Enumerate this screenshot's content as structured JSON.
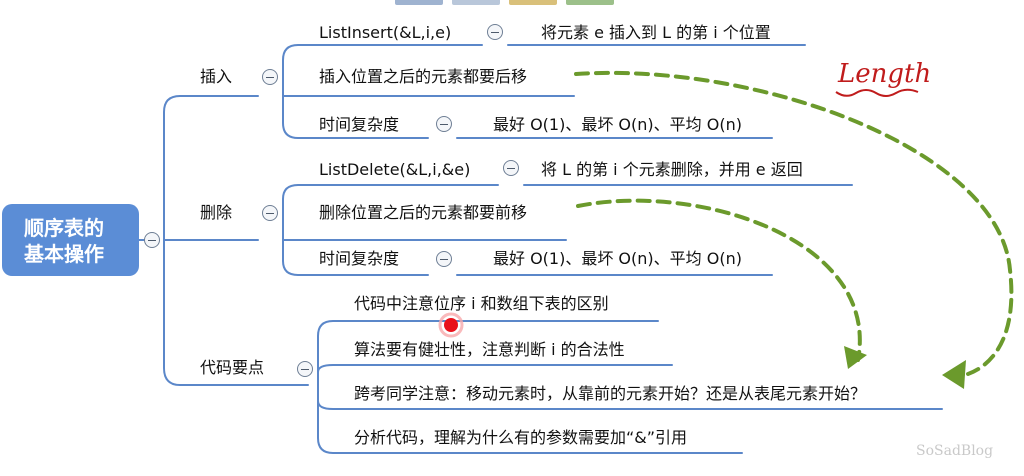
{
  "root": {
    "line1": "顺序表的",
    "line2": "基本操作"
  },
  "branches": {
    "insert": {
      "label": "插入",
      "nodes": {
        "signature": "ListInsert(&L,i,e)",
        "description": "将元素 e 插入到 L 的第 i 个位置",
        "shift": "插入位置之后的元素都要后移",
        "complexity": "时间复杂度",
        "complexity_value": "最好 O(1)、最坏 O(n)、平均 O(n)"
      }
    },
    "delete": {
      "label": "删除",
      "nodes": {
        "signature": "ListDelete(&L,i,&e)",
        "description": "将 L 的第 i 个元素删除，并用 e 返回",
        "shift": "删除位置之后的元素都要前移",
        "complexity": "时间复杂度",
        "complexity_value": "最好 O(1)、最坏 O(n)、平均 O(n)"
      }
    },
    "code": {
      "label": "代码要点",
      "nodes": {
        "p1": "代码中注意位序 i 和数组下表的区别",
        "p2": "算法要有健壮性，注意判断 i 的合法性",
        "p3": "跨考同学注意：移动元素时，从靠前的元素开始？还是从表尾元素开始？",
        "p4": "分析代码，理解为什么有的参数需要加“&”引用"
      }
    }
  },
  "annotation": {
    "handwritten": "Length"
  },
  "watermark": "SoSadBlog",
  "colors": {
    "link": "#5b87c9",
    "root_fill": "#5b8dd6",
    "arrow": "#6b9a2c",
    "ink": "#c01c1c",
    "pointer": "#e8121b"
  }
}
